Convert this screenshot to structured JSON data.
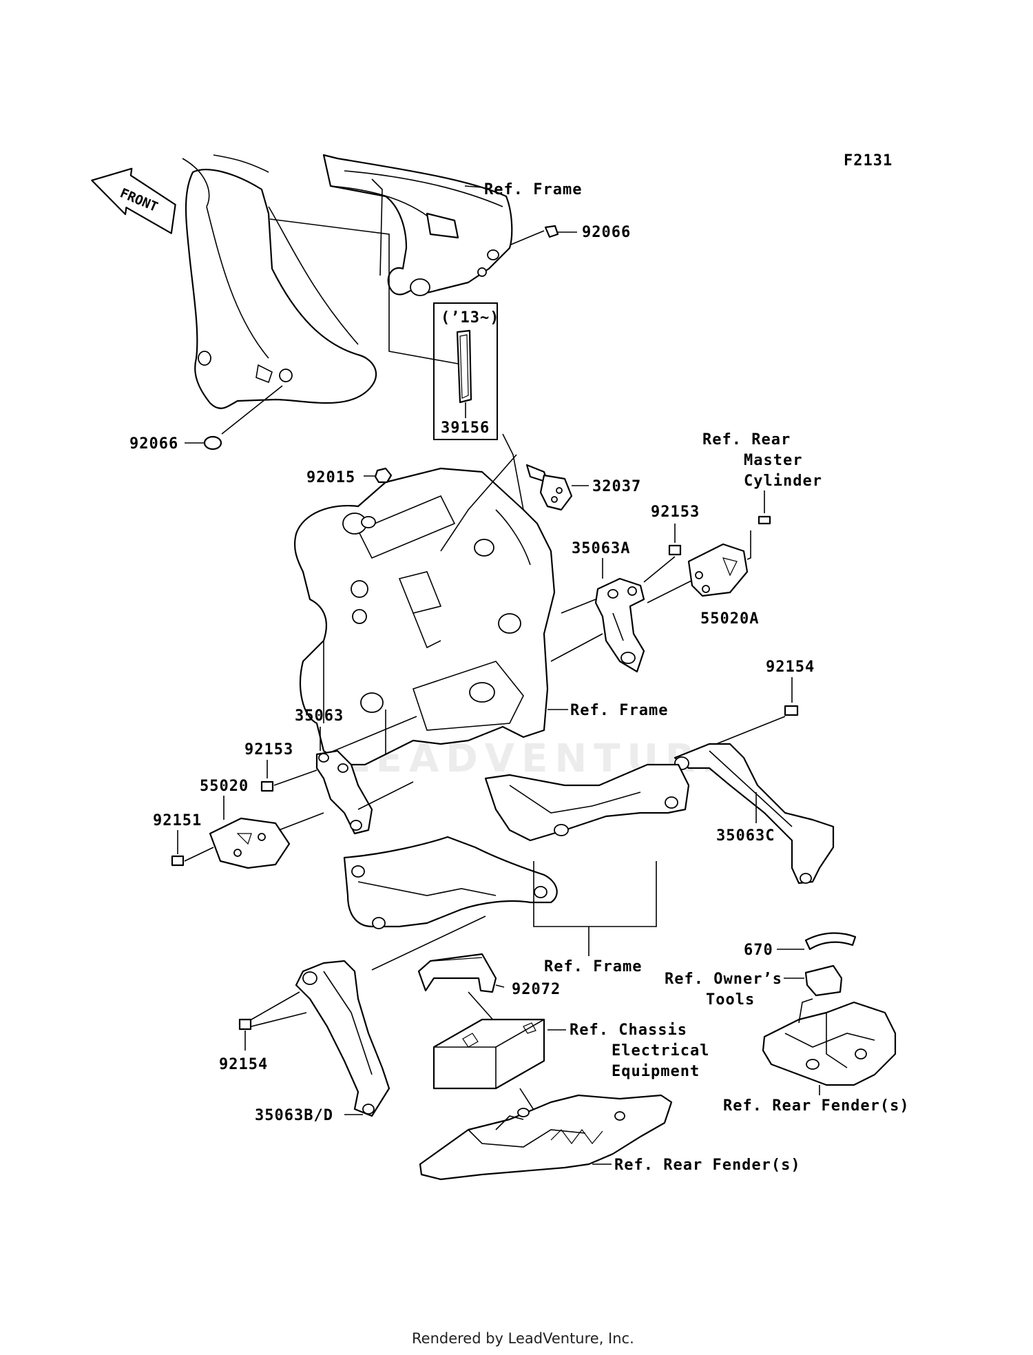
{
  "diagram": {
    "figure_code": "F2131",
    "front_arrow": "FRONT",
    "footer": "Rendered by LeadVenture, Inc.",
    "watermark": "LEADVENTURE",
    "year_note": "(’13~)",
    "labels": {
      "ref_frame_top": "Ref. Frame",
      "p92066_a": "92066",
      "p92066_b": "92066",
      "p39156": "39156",
      "ref_rear_master_1": "Ref. Rear",
      "ref_rear_master_2": "Master",
      "ref_rear_master_3": "Cylinder",
      "p92015": "92015",
      "p32037": "32037",
      "p92153_a": "92153",
      "p35063A": "35063A",
      "p55020A": "55020A",
      "p92154_a": "92154",
      "ref_frame_mid": "Ref. Frame",
      "p35063": "35063",
      "p92153_b": "92153",
      "p55020": "55020",
      "p92151": "92151",
      "p35063C": "35063C",
      "ref_frame_low": "Ref. Frame",
      "p670": "670",
      "ref_owners_1": "Ref. Owner’s",
      "ref_owners_2": "Tools",
      "p92072": "92072",
      "ref_chassis_1": "Ref. Chassis",
      "ref_chassis_2": "Electrical",
      "ref_chassis_3": "Equipment",
      "p92154_b": "92154",
      "p35063BD": "35063B/D",
      "ref_rear_fender_right": "Ref. Rear Fender(s)",
      "ref_rear_fender_bottom": "Ref. Rear Fender(s)"
    }
  }
}
